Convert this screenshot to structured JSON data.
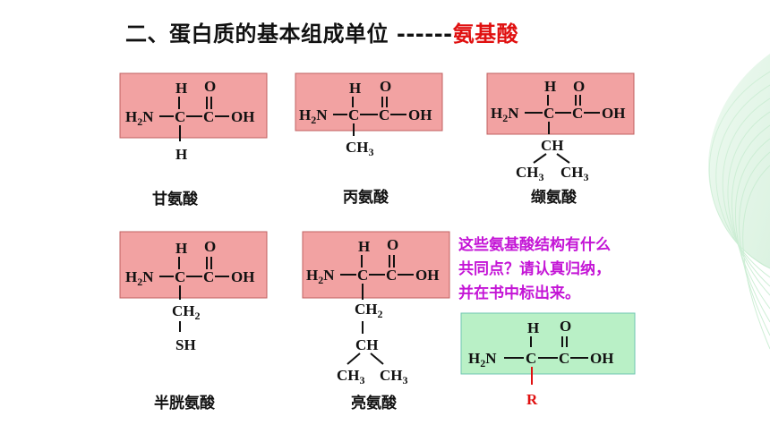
{
  "title": {
    "prefix": "二、蛋白质的基本组成单位 ------",
    "accent": "氨基酸"
  },
  "colors": {
    "box_pink": "#f2a2a2",
    "box_green": "#b9f0c6",
    "accent_red": "#e01010",
    "question_purple": "#c415d6"
  },
  "atoms": {
    "H": "H",
    "O": "O",
    "C": "C",
    "OH": "OH",
    "N": "N",
    "H2N_prefix": "H",
    "sub2": "2",
    "CH": "CH",
    "CH3": "CH",
    "sub3": "3",
    "CH2": "CH",
    "SH": "SH",
    "R": "R"
  },
  "amino_acids": [
    {
      "name": "甘氨酸"
    },
    {
      "name": "丙氨酸"
    },
    {
      "name": "缬氨酸"
    },
    {
      "name": "半胱氨酸"
    },
    {
      "name": "亮氨酸"
    }
  ],
  "question": {
    "line1": "这些氨基酸结构有什么",
    "line2": "共同点？请认真归纳，",
    "line3": "并在书中标出来。"
  }
}
